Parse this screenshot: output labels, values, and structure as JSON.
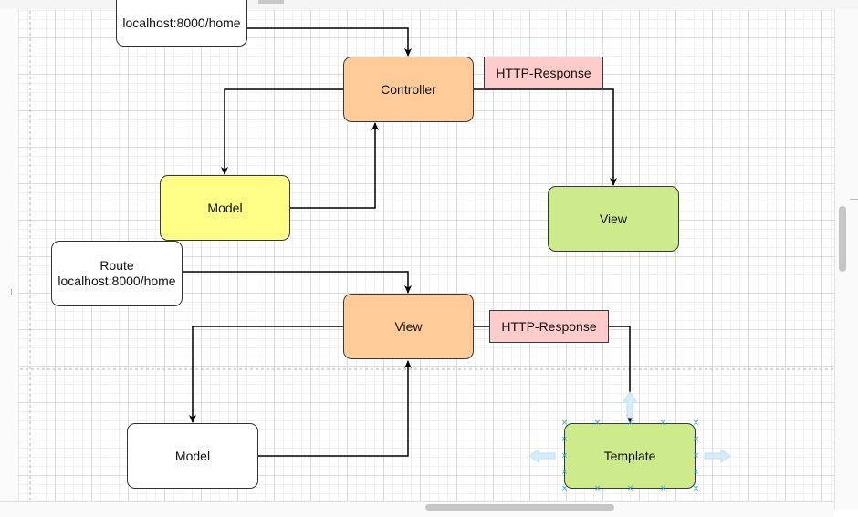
{
  "diagram": {
    "route_top": {
      "label": "localhost:8000/home"
    },
    "controller": {
      "label": "Controller"
    },
    "http_response_1": {
      "label": "HTTP-Response"
    },
    "model_1": {
      "label": "Model"
    },
    "view_1": {
      "label": "View"
    },
    "route": {
      "line1": "Route",
      "line2": "localhost:8000/home"
    },
    "view_2": {
      "label": "View"
    },
    "http_response_2": {
      "label": "HTTP-Response"
    },
    "model_2": {
      "label": "Model"
    },
    "template": {
      "label": "Template"
    }
  },
  "colors": {
    "orange_fill": "#ffcc99",
    "yellow_fill": "#ffff88",
    "green_fill": "#cdeb8b",
    "label_fill": "#ffcccc",
    "selection": "#29a3e0"
  }
}
